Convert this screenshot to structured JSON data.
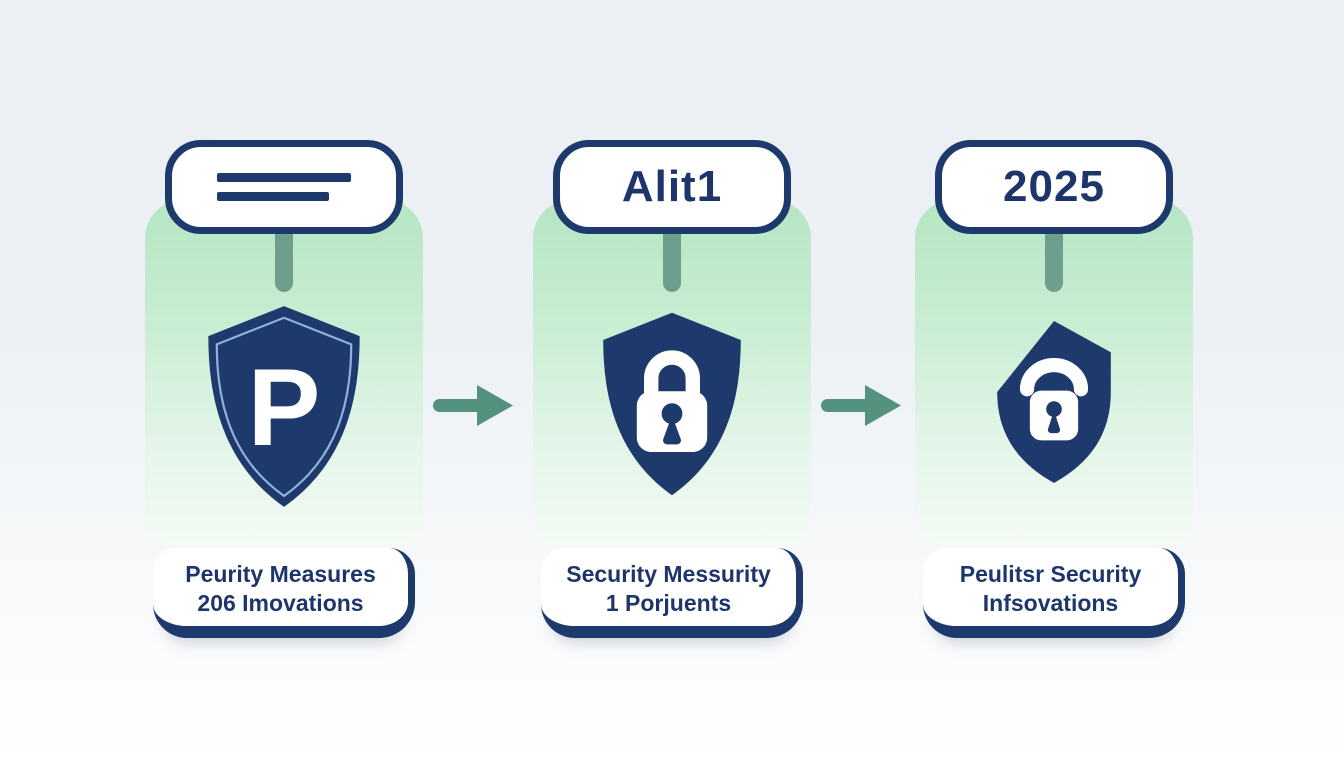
{
  "colors": {
    "navy": "#1e3a6c",
    "navy_text": "#1e356b",
    "panel_green_top": "#b5e6c3",
    "panel_green_bottom": "#f4faf5",
    "stem_green": "#6d9f8c",
    "arrow_green": "#54917e",
    "background": "#edf1f4",
    "white": "#ffffff"
  },
  "steps": [
    {
      "badge": {
        "type": "lines",
        "icon": "text-lines-icon"
      },
      "shield": {
        "icon": "shield-p-icon",
        "letter": "P"
      },
      "label": {
        "line1": "Peurity Measures",
        "line2": "206 Imovations"
      }
    },
    {
      "badge": {
        "type": "text",
        "text": "Alit1"
      },
      "shield": {
        "icon": "shield-lock-icon"
      },
      "label": {
        "line1": "Security Messurity",
        "line2": "1 Porjuents"
      }
    },
    {
      "badge": {
        "type": "text",
        "text": "2025"
      },
      "shield": {
        "icon": "shield-dome-lock-icon"
      },
      "label": {
        "line1": "Peulitsr Security",
        "line2": "Infsovations"
      }
    }
  ],
  "arrows": [
    {
      "direction": "right"
    },
    {
      "direction": "right"
    }
  ]
}
